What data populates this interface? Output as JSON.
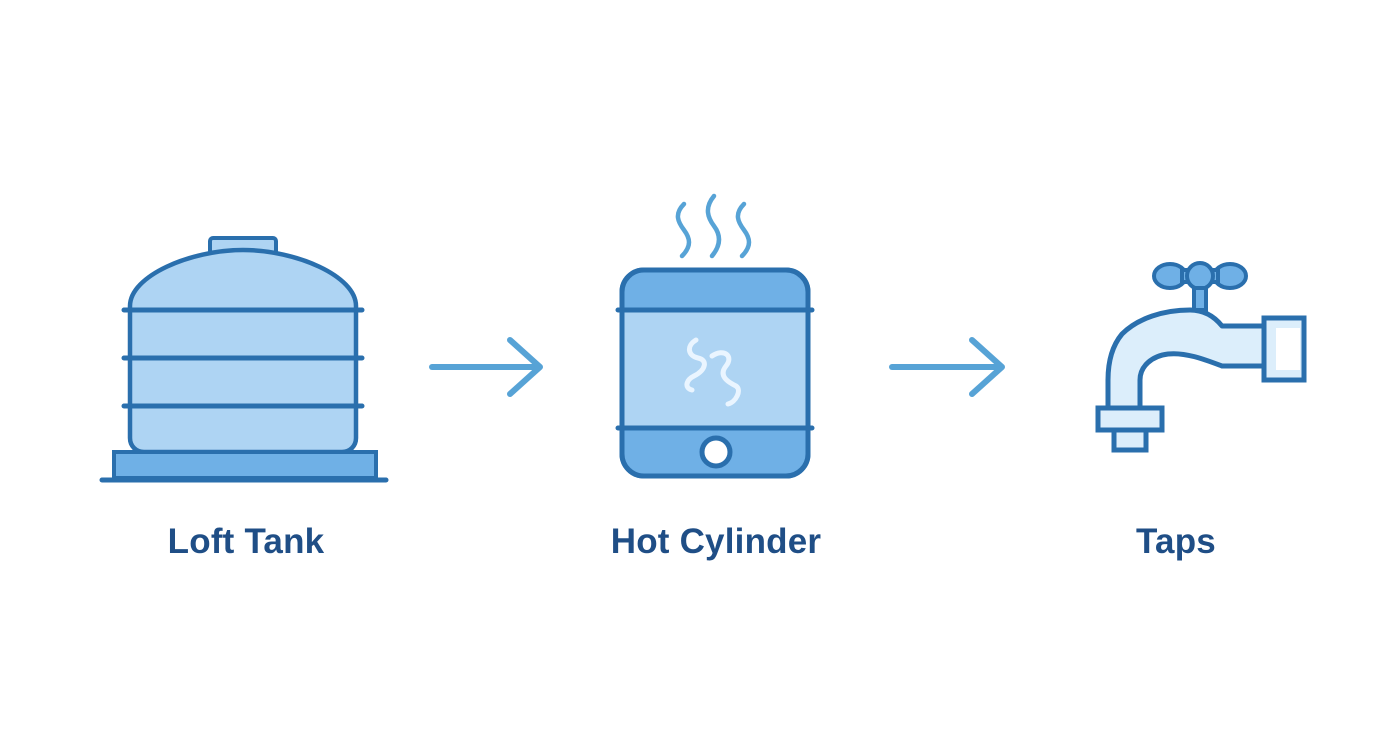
{
  "nodes": [
    {
      "label": "Loft Tank",
      "icon": "tank-icon"
    },
    {
      "label": "Hot Cylinder",
      "icon": "hot-cylinder-icon"
    },
    {
      "label": "Taps",
      "icon": "tap-icon"
    }
  ],
  "connectors": [
    {
      "from": "Loft Tank",
      "to": "Hot Cylinder",
      "icon": "arrow-right-icon"
    },
    {
      "from": "Hot Cylinder",
      "to": "Taps",
      "icon": "arrow-right-icon"
    }
  ],
  "colors": {
    "outline": "#2a6fad",
    "fill_light": "#aed4f3",
    "fill_mid": "#6fb0e6",
    "fill_pale": "#dceefb",
    "arrow": "#57a3d6",
    "label": "#1f4e86",
    "background": "#ffffff"
  }
}
